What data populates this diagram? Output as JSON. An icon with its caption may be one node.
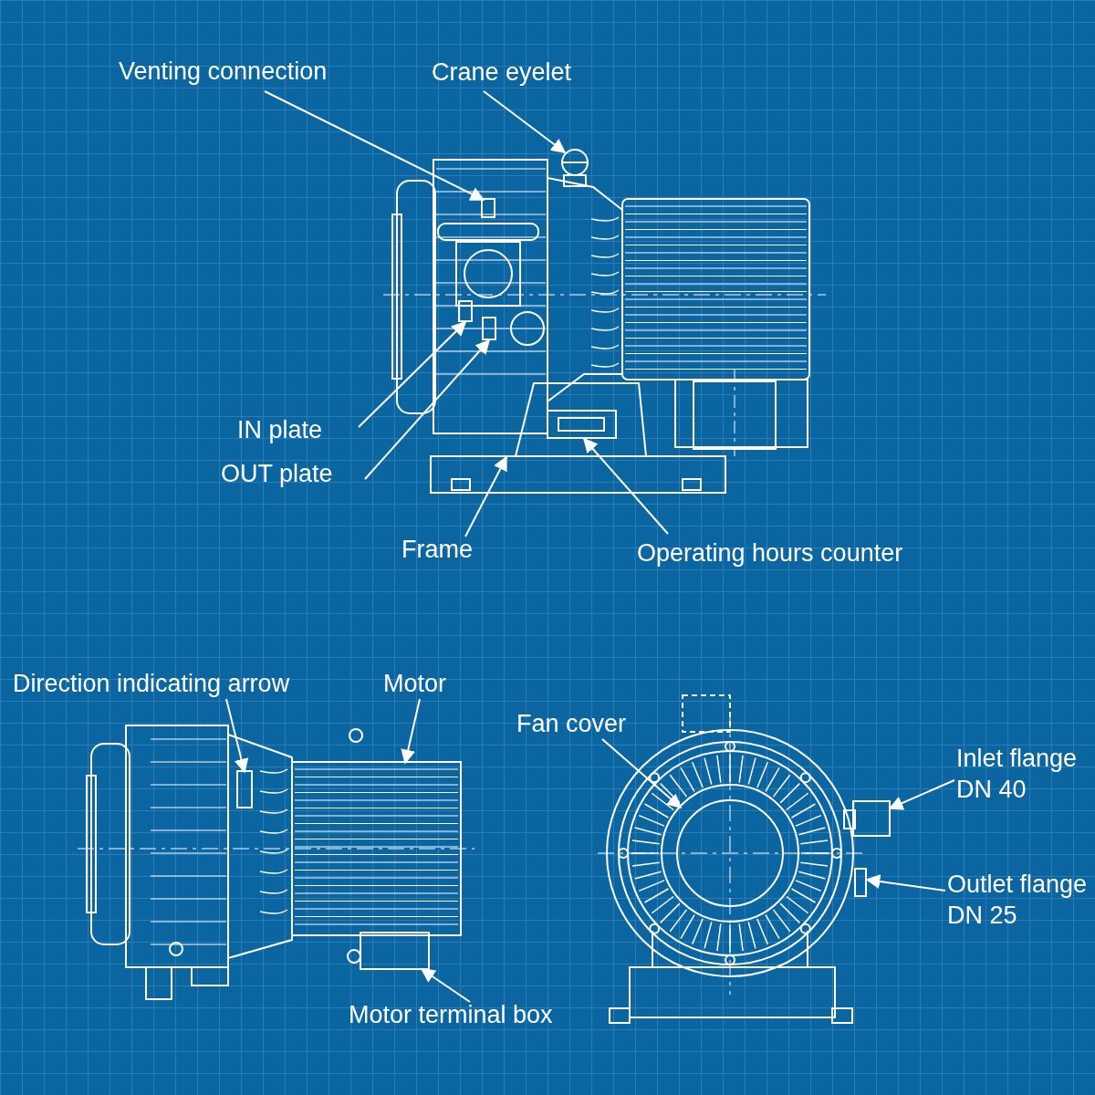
{
  "diagram": {
    "nodes": [
      {
        "text": [
          "Venting connection"
        ]
      },
      {
        "text": [
          "Crane eyelet"
        ]
      },
      {
        "text": [
          "IN plate"
        ]
      },
      {
        "text": [
          "OUT plate"
        ]
      },
      {
        "text": [
          "Frame"
        ]
      },
      {
        "text": [
          "Operating hours counter"
        ]
      },
      {
        "text": [
          "Direction indicating arrow"
        ]
      },
      {
        "text": [
          "Motor"
        ]
      },
      {
        "text": [
          "Fan cover"
        ]
      },
      {
        "text": [
          "Inlet flange DN 40"
        ]
      },
      {
        "text": [
          "Outlet flange DN 25"
        ]
      },
      {
        "text": [
          "Motor terminal box"
        ]
      },
      {
        "text": [],
        "shape": "box"
      },
      {
        "text": [],
        "shape": "circle"
      },
      {
        "text": [],
        "shape": "box"
      },
      {
        "text": [],
        "shape": "box"
      },
      {
        "text": [],
        "shape": "box"
      },
      {
        "text": [],
        "shape": "box"
      },
      {
        "text": [],
        "shape": "box"
      },
      {
        "text": [],
        "shape": "box"
      },
      {
        "text": [],
        "shape": "circle"
      },
      {
        "text": [],
        "shape": "box"
      },
      {
        "text": [],
        "shape": "box"
      },
      {
        "text": [],
        "shape": "box"
      }
    ],
    "edges": [
      {
        "from": 0,
        "to": 12,
        "arrow": "to"
      },
      {
        "from": 1,
        "to": 13,
        "arrow": "to"
      },
      {
        "from": 2,
        "to": 14,
        "arrow": "to"
      },
      {
        "from": 3,
        "to": 15,
        "arrow": "to"
      },
      {
        "from": 4,
        "to": 16,
        "arrow": "to"
      },
      {
        "from": 5,
        "to": 17,
        "arrow": "to"
      },
      {
        "from": 6,
        "to": 18,
        "arrow": "to"
      },
      {
        "from": 7,
        "to": 19,
        "arrow": "to"
      },
      {
        "from": 8,
        "to": 20,
        "arrow": "to"
      },
      {
        "from": 9,
        "to": 21,
        "arrow": "to"
      },
      {
        "from": 10,
        "to": 22,
        "arrow": "to"
      },
      {
        "from": 11,
        "to": 23,
        "arrow": "to"
      }
    ]
  }
}
